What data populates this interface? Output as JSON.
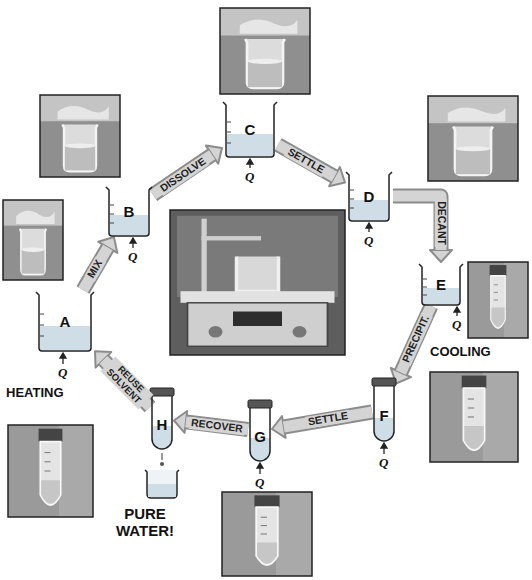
{
  "diagram": {
    "nodes": [
      {
        "text": [
          "A"
        ]
      },
      {
        "text": [
          "B"
        ]
      },
      {
        "text": [
          "C"
        ]
      },
      {
        "text": [
          "D"
        ]
      },
      {
        "text": [
          "E"
        ]
      },
      {
        "text": [
          "F"
        ]
      },
      {
        "text": [
          "G"
        ]
      },
      {
        "text": [
          "H"
        ]
      }
    ],
    "edges": [
      {
        "from": 0,
        "to": 1,
        "arrow": "to",
        "label": "MIX"
      },
      {
        "from": 1,
        "to": 2,
        "arrow": "to",
        "label": "DISSOLVE"
      },
      {
        "from": 2,
        "to": 3,
        "arrow": "to",
        "label": "SETTLE"
      },
      {
        "from": 3,
        "to": 4,
        "arrow": "to",
        "label": "DECANT"
      },
      {
        "from": 4,
        "to": 5,
        "arrow": "to",
        "label": "PRECIPIT."
      },
      {
        "from": 5,
        "to": 6,
        "arrow": "to",
        "label": "SETTLE"
      },
      {
        "from": 6,
        "to": 7,
        "arrow": "to",
        "label": "RECOVER"
      },
      {
        "from": 7,
        "to": 0,
        "arrow": "to",
        "label": "REUSE SOLVENT"
      }
    ],
    "labels": [
      "HEATING",
      "COOLING",
      "PURE WATER!",
      "Q",
      "Q",
      "Q",
      "Q",
      "Q",
      "Q",
      "Q"
    ]
  }
}
